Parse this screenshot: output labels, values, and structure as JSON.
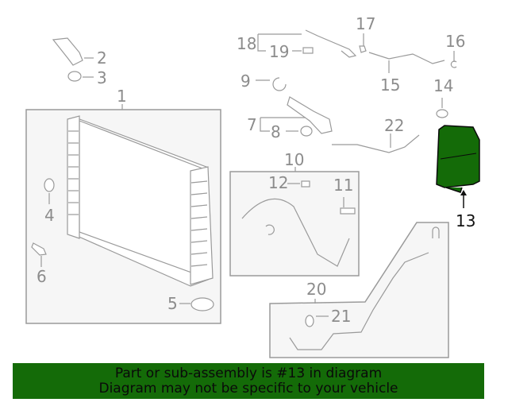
{
  "diagram": {
    "highlighted_part": "13",
    "highlight_color": "#146b08",
    "callouts": [
      {
        "id": "1",
        "label": "1"
      },
      {
        "id": "2",
        "label": "2"
      },
      {
        "id": "3",
        "label": "3"
      },
      {
        "id": "4",
        "label": "4"
      },
      {
        "id": "5",
        "label": "5"
      },
      {
        "id": "6",
        "label": "6"
      },
      {
        "id": "7",
        "label": "7"
      },
      {
        "id": "8",
        "label": "8"
      },
      {
        "id": "9",
        "label": "9"
      },
      {
        "id": "10",
        "label": "10"
      },
      {
        "id": "11",
        "label": "11"
      },
      {
        "id": "12",
        "label": "12"
      },
      {
        "id": "13",
        "label": "13"
      },
      {
        "id": "14",
        "label": "14"
      },
      {
        "id": "15",
        "label": "15"
      },
      {
        "id": "16",
        "label": "16"
      },
      {
        "id": "17",
        "label": "17"
      },
      {
        "id": "18",
        "label": "18"
      },
      {
        "id": "19",
        "label": "19"
      },
      {
        "id": "20",
        "label": "20"
      },
      {
        "id": "21",
        "label": "21"
      },
      {
        "id": "22",
        "label": "22"
      }
    ]
  },
  "banner": {
    "line1": "Part or sub-assembly is #13 in diagram",
    "line2": "Diagram may not be specific to your vehicle",
    "background": "#146b08"
  }
}
